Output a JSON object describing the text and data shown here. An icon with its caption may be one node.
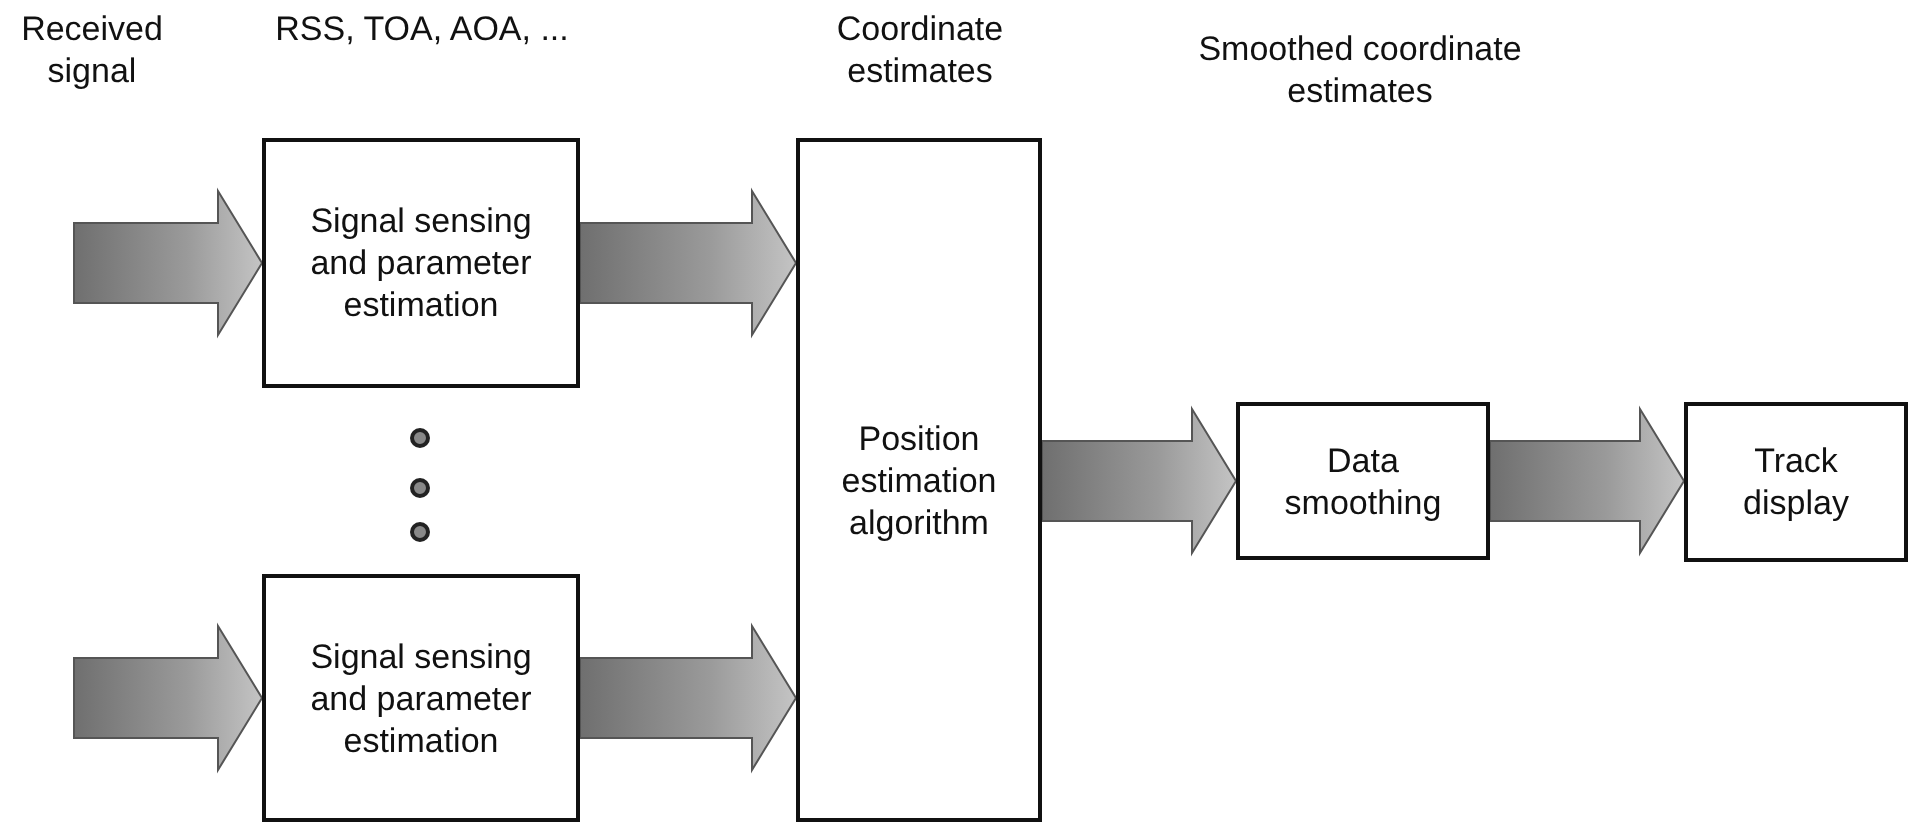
{
  "diagram": {
    "nodes": [
      {
        "text": [
          "Signal sensing and parameter estimation"
        ]
      },
      {
        "text": [
          "Signal sensing and parameter estimation"
        ]
      },
      {
        "text": [
          "Position estimation algorithm"
        ]
      },
      {
        "text": [
          "Data smoothing"
        ]
      },
      {
        "text": [
          "Track display"
        ]
      }
    ],
    "edges": [
      {
        "from": null,
        "to": 0,
        "arrow": "to"
      },
      {
        "from": null,
        "to": 1,
        "arrow": "to"
      },
      {
        "from": 0,
        "to": 2,
        "arrow": "to"
      },
      {
        "from": 1,
        "to": 2,
        "arrow": "to"
      },
      {
        "from": 2,
        "to": 3,
        "arrow": "to"
      },
      {
        "from": 3,
        "to": 4,
        "arrow": "to"
      }
    ],
    "labels": [
      "Received signal",
      "RSS, TOA, AOA, ...",
      "Coordinate estimates",
      "Smoothed coordinate estimates"
    ]
  }
}
